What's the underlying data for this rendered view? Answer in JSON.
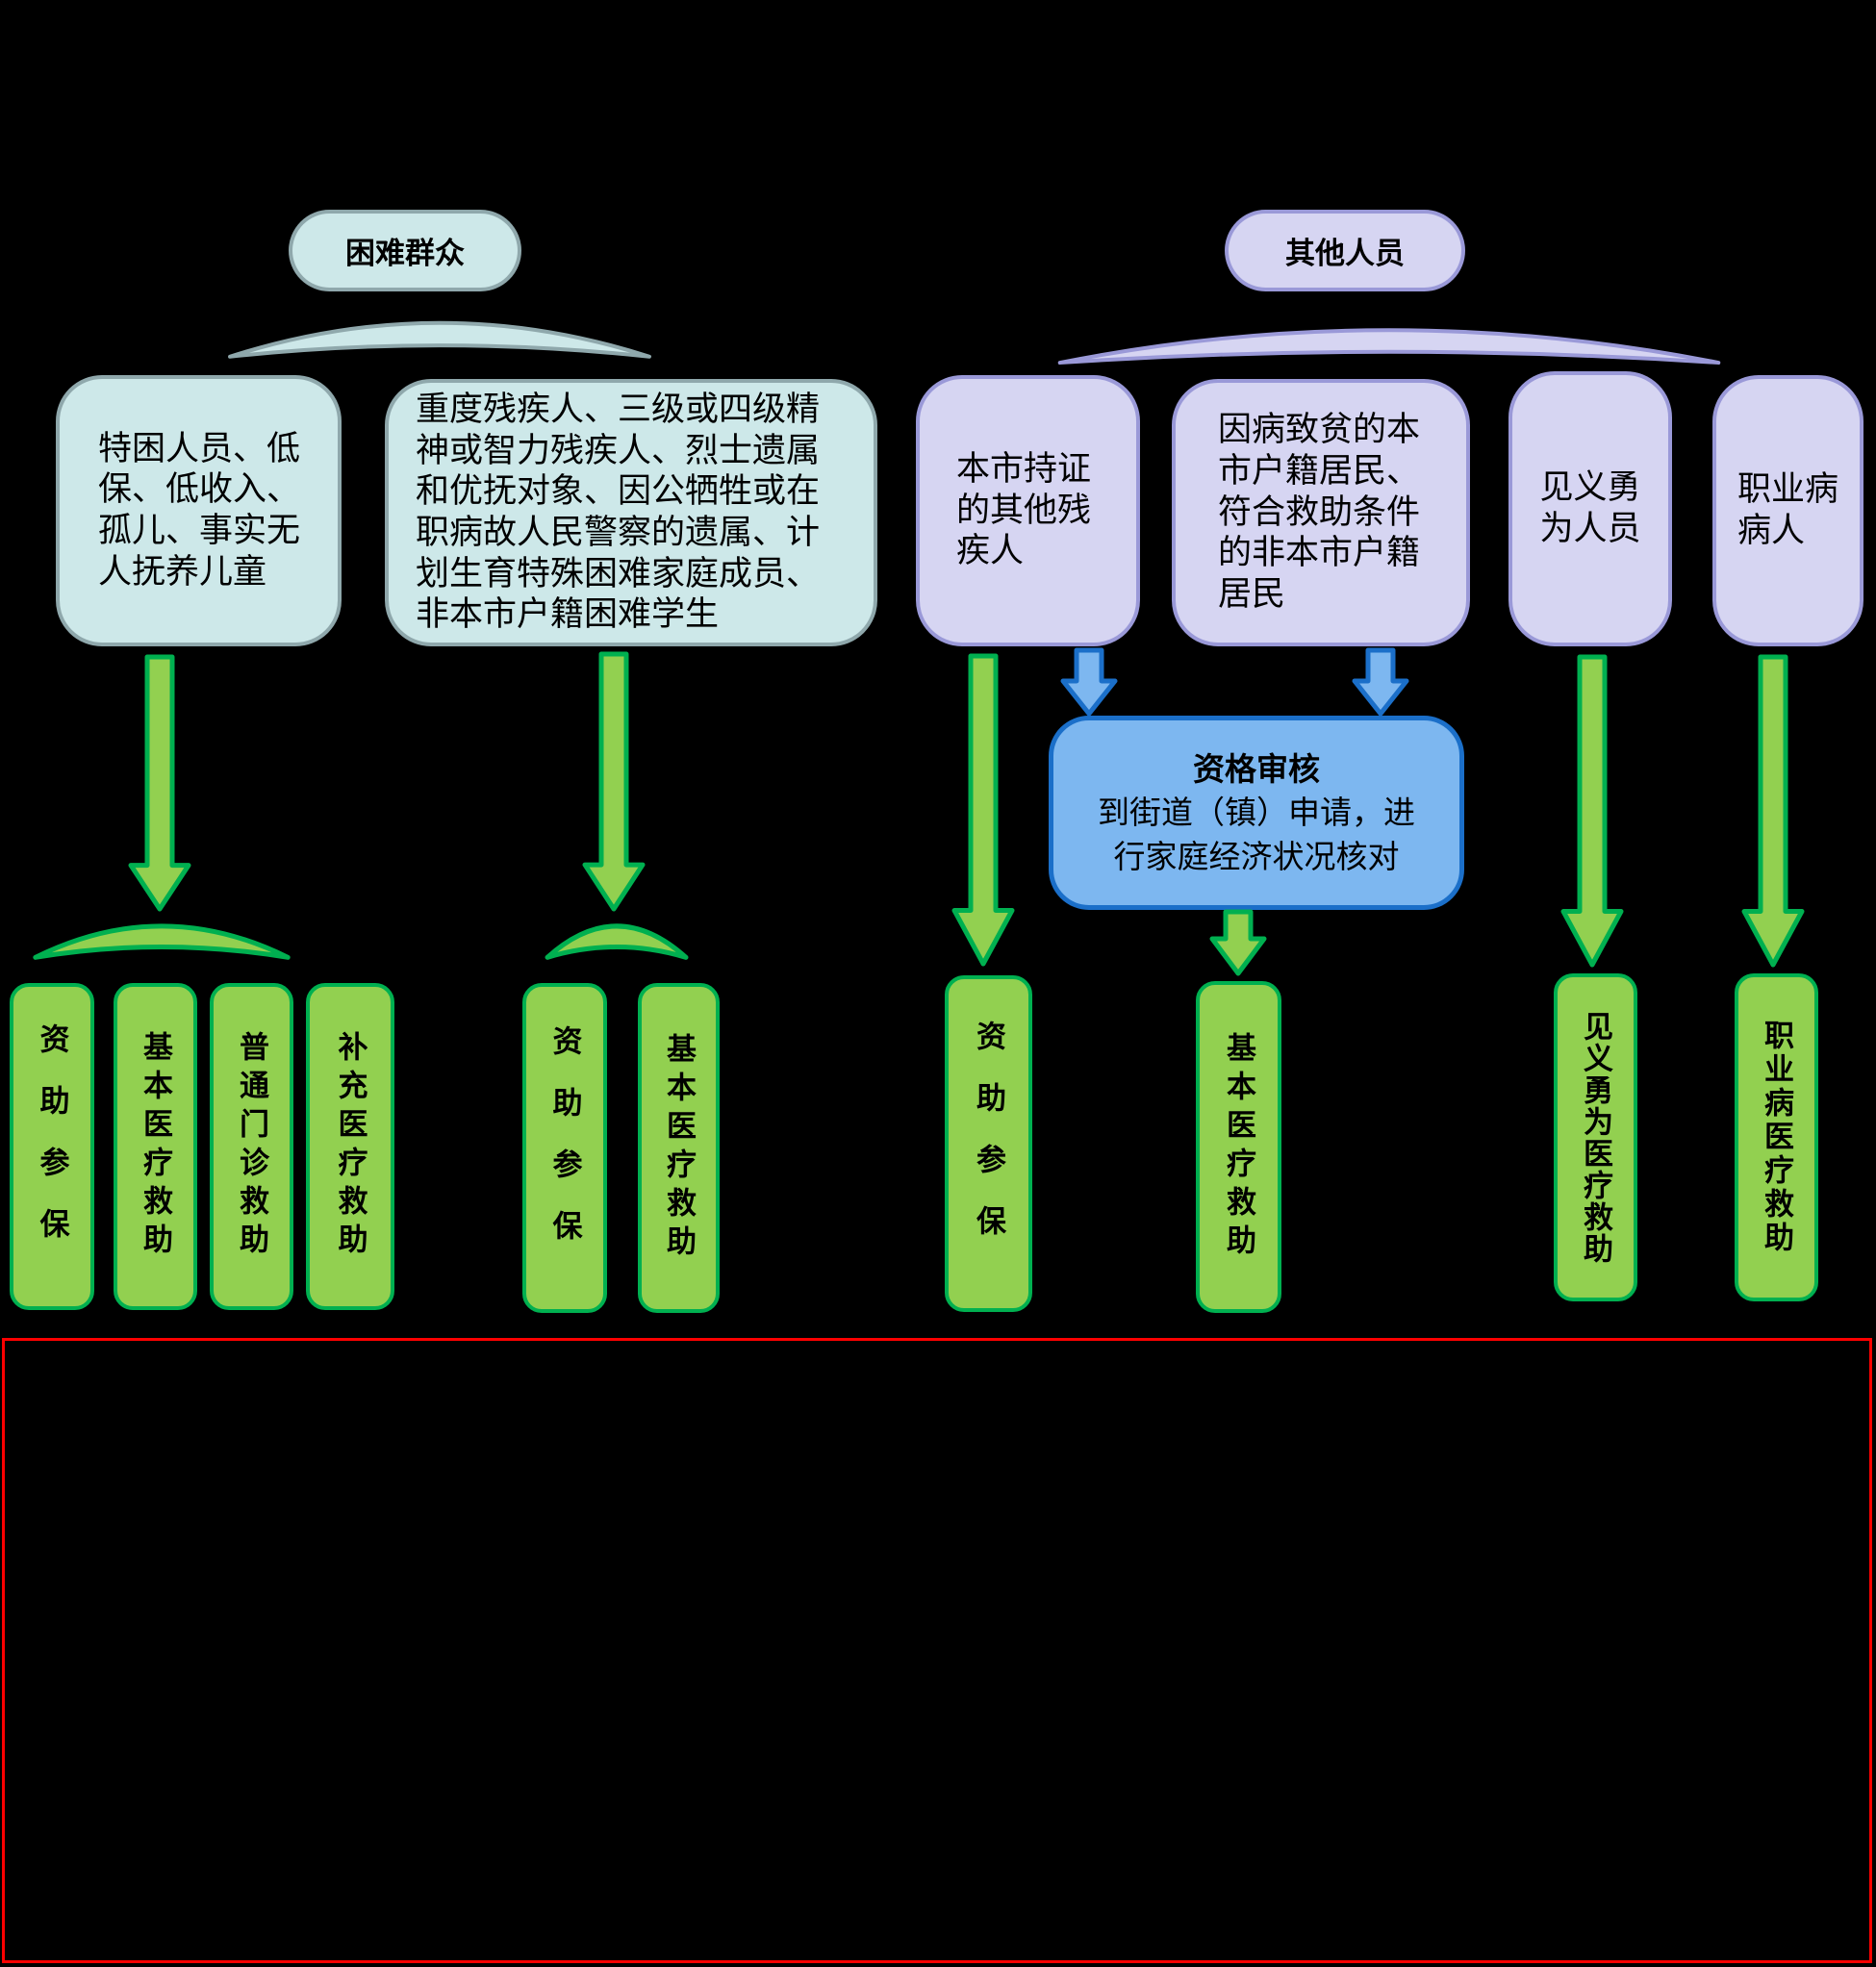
{
  "colors": {
    "teal_fill": "#cde8e9",
    "teal_border": "#8fa8ac",
    "purple_fill": "#d6d5f2",
    "purple_border": "#9a99d8",
    "green_fill": "#92d050",
    "green_border": "#00b050",
    "blue_fill": "#7db7f0",
    "blue_border": "#1b6fc9",
    "red_border": "#ff0000",
    "background": "#000000"
  },
  "left_group": {
    "title": "困难群众",
    "source1": "特困人员、低保、低收入、孤儿、事实无人抚养儿童",
    "source2": "重度残疾人、三级或四级精神或智力残疾人、烈士遗属和优抚对象、因公牺牲或在职病故人民警察的遗属、计划生育特殊困难家庭成员、非本市户籍困难学生"
  },
  "right_group": {
    "title": "其他人员",
    "source1": "本市持证的其他残疾人",
    "source2": "因病致贫的本市户籍居民、符合救助条件的非本市户籍居民",
    "source3": "见义勇为人员",
    "source4": "职业病病人"
  },
  "review": {
    "title": "资格审核",
    "body": "到街道（镇）申请，进行家庭经济状况核对"
  },
  "benefits": {
    "left1": "资助参保",
    "left2": "基本医疗救助",
    "left3": "普通门诊救助",
    "left4": "补充医疗救助",
    "mid1": "资助参保",
    "mid2": "基本医疗救助",
    "cert1": "资助参保",
    "cert2": "基本医疗救助",
    "hero": "见义勇为医疗救助",
    "occupational": "职业病医疗救助"
  }
}
